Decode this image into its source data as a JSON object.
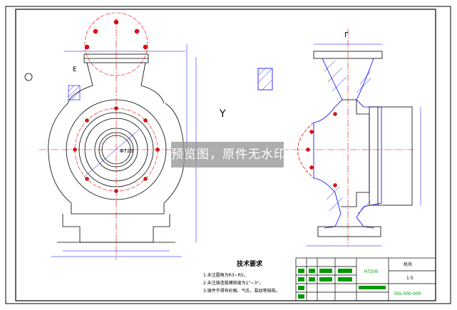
{
  "colors": {
    "outline": "#000000",
    "centerline": "#ff0000",
    "hatch": "#0000ff",
    "dimension": "#0000ff",
    "titleblock_green": "#009900",
    "dim_text_green": "#00aa00",
    "bolt_fill": "#ff0000",
    "watermark_bg": "#969696",
    "watermark_text": "#ffffff"
  },
  "drawing": {
    "tech_requirements_title": "技术要求",
    "notes": [
      "1.未注圆角为R3~R5。",
      "2.未注铸造拔模斜度为1°~3°。",
      "3.铸件不得有砂眼、气孔、裂纹等缺陷。"
    ],
    "diameter_label": "Φ720",
    "section_labels": {
      "left": "E",
      "top_right": "Γ"
    },
    "datum_label": "Y"
  },
  "watermark": {
    "text": "预览图，原件无水印"
  },
  "title_block": {
    "part_name": "机壳",
    "material": "HT200",
    "drawing_no": "ISG-000-000",
    "scale": "1:5"
  }
}
